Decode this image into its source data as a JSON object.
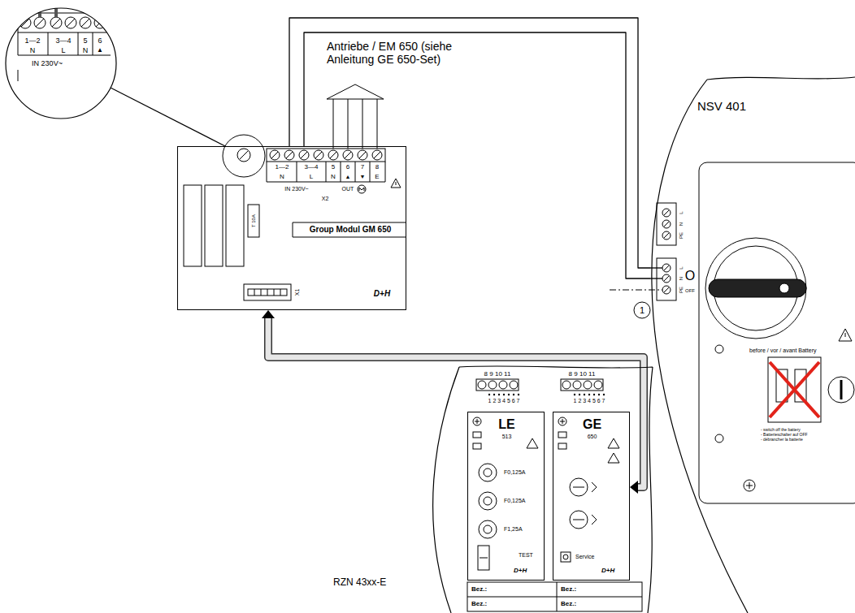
{
  "diagram": {
    "nodes": [
      {
        "text": [
          "Group Modul GM 650"
        ]
      },
      {
        "text": [
          "RZN 43xx-E"
        ]
      },
      {
        "text": [
          "LE",
          "513"
        ],
        "in": 1
      },
      {
        "text": [
          "GE",
          "650"
        ],
        "in": 1
      },
      {
        "text": [
          "NSV 401"
        ]
      }
    ],
    "edges": [
      {
        "from": 3,
        "to": 0,
        "arrow": "both"
      },
      {
        "from": 0,
        "to": 4,
        "arrow": "none"
      },
      {
        "from": 0,
        "to": 4,
        "arrow": "none"
      }
    ],
    "labels": [
      "1—2",
      "3—4",
      "5",
      "6",
      "N",
      "L",
      "N",
      "▲",
      "IN 230V~",
      "Antriebe / EM 650 (siehe Anleitung GE 650-Set)",
      "1—2",
      "3—4",
      "5",
      "6",
      "7",
      "8",
      "N",
      "L",
      "N",
      "▲",
      "▼",
      "E",
      "IN 230V~",
      "OUT",
      "X2",
      "T 10A",
      "X1",
      "D+H",
      "L",
      "N",
      "PE",
      "L",
      "N",
      "PE",
      "O",
      "OFF",
      "before / vor / avant Battery",
      "- switch off the battery",
      "- Batterieschalter auf OFF",
      "- débrancher la batterie",
      "1",
      "8 9 10 11",
      "1 2 3 4 5 6 7",
      "8 9 10 11",
      "1 2 3 4 5 6 7",
      "F0,125A",
      "F0,125A",
      "F1,25A",
      "TEST",
      "D+H",
      "Service",
      "D+H",
      "Bez.:",
      "Bez.:",
      "Bez.:",
      "Bez.:"
    ]
  }
}
